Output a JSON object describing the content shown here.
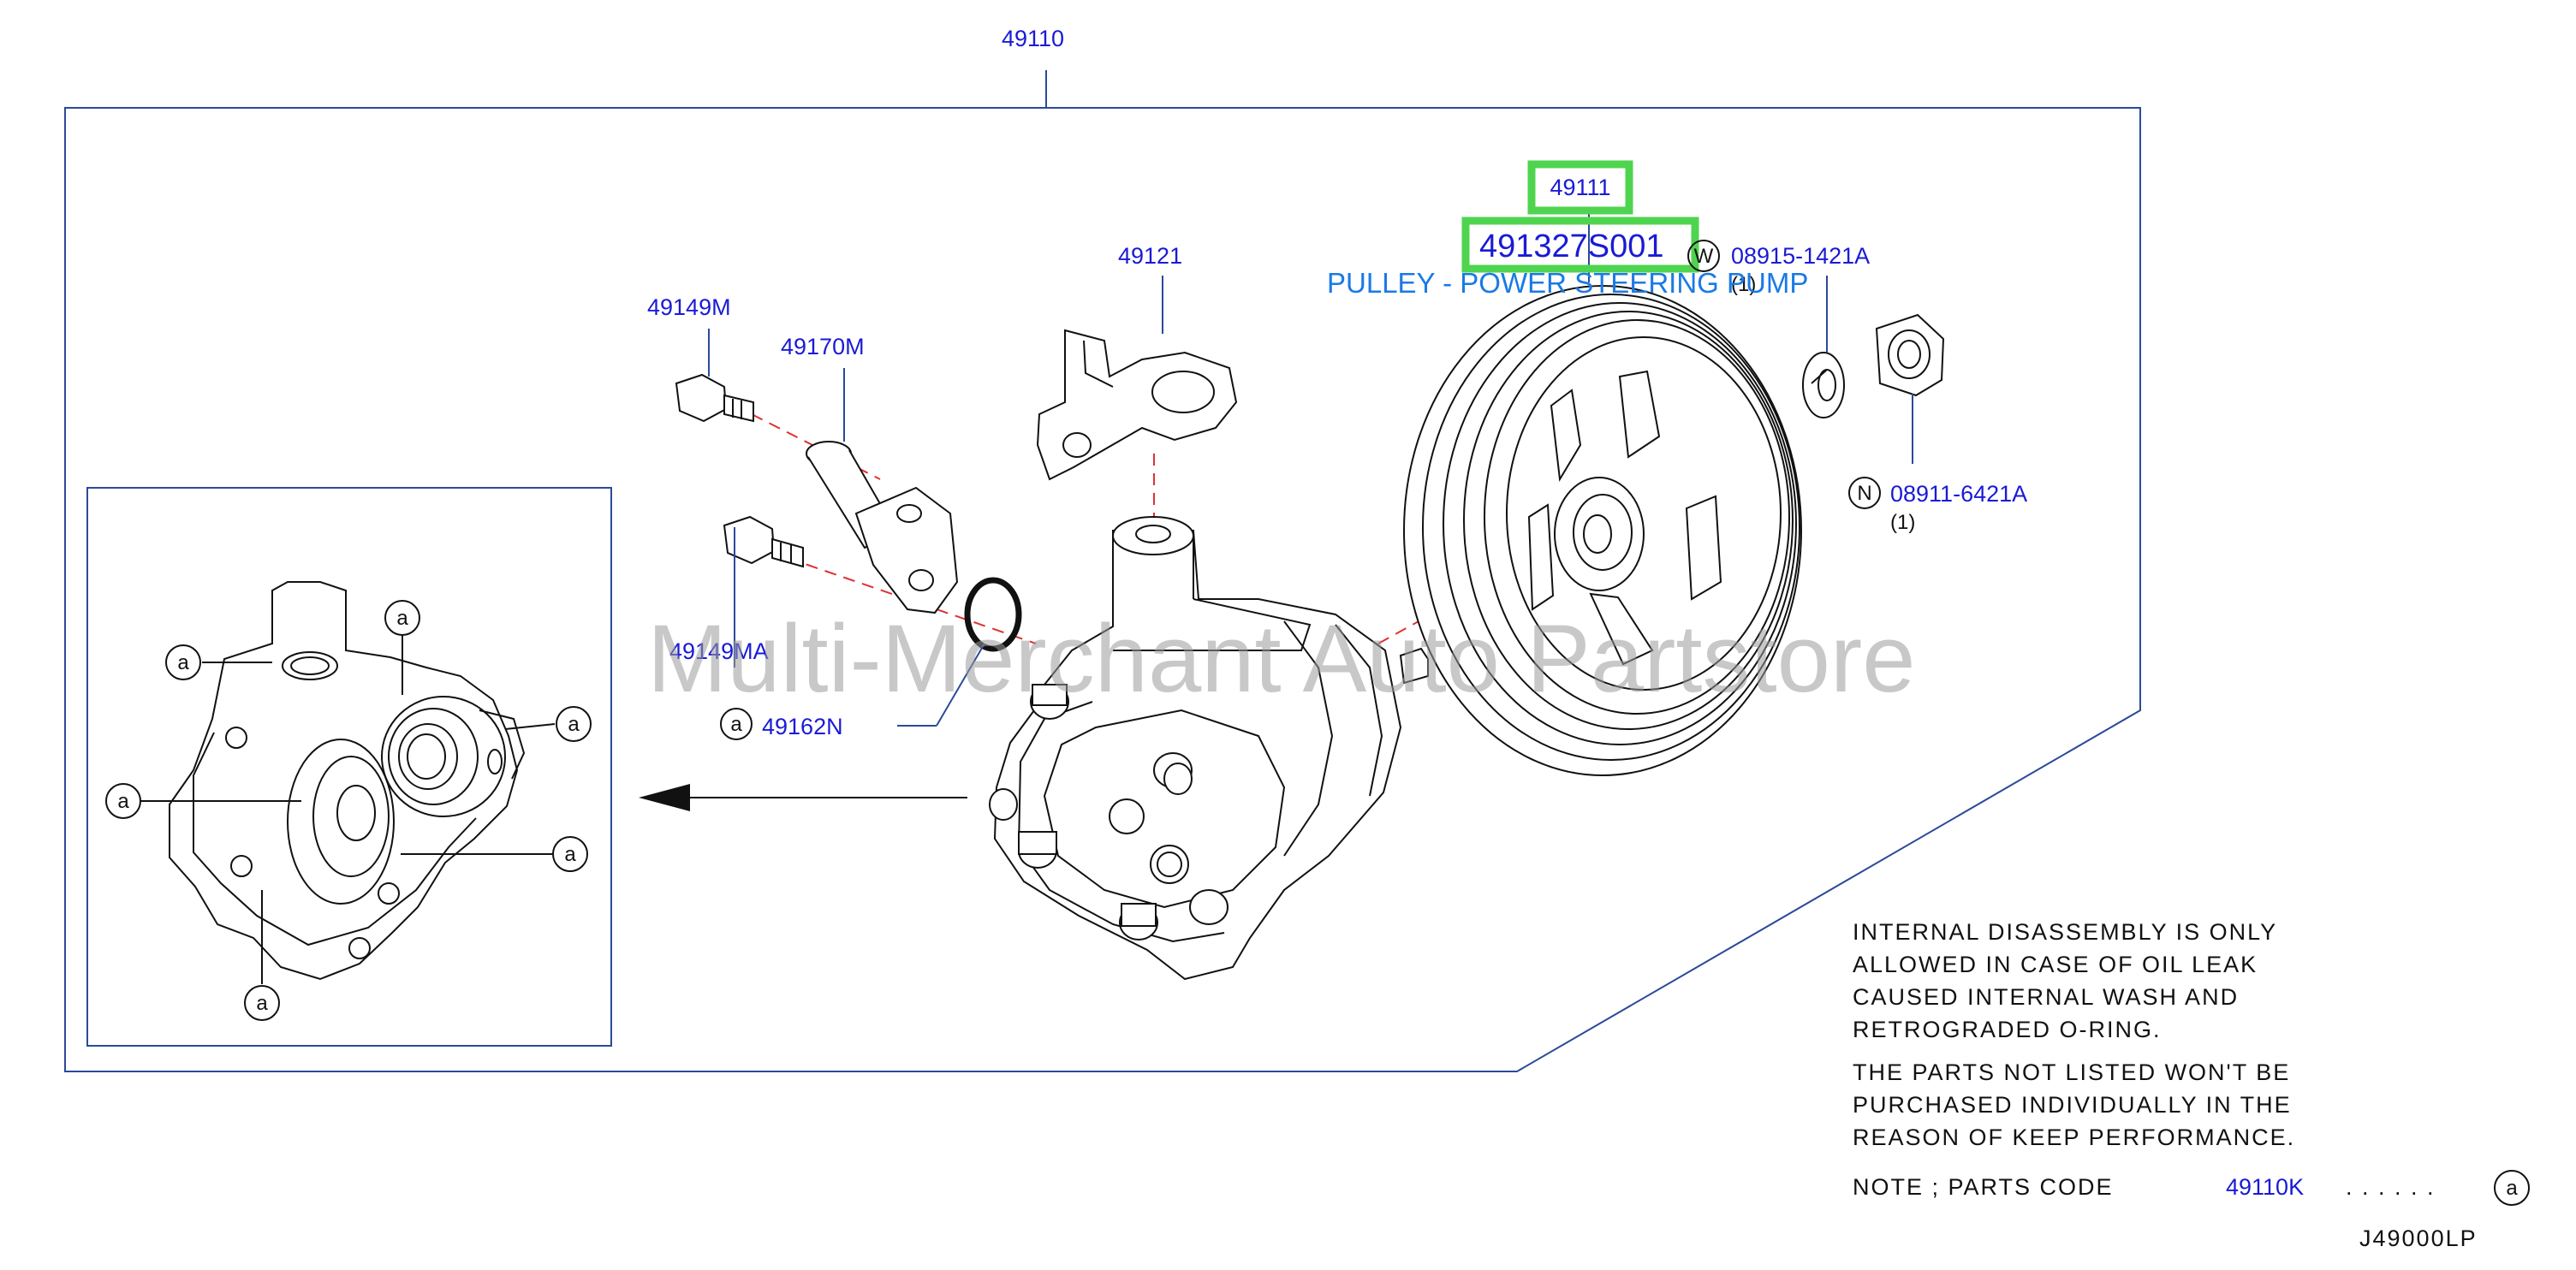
{
  "assembly": {
    "number": "49110"
  },
  "parts": {
    "pulley_assy": "49111",
    "pulley_highlight": "491327S001",
    "pulley_name": "PULLEY - POWER STEERING PUMP",
    "washer": {
      "code": "W",
      "number": "08915-1421A",
      "qty": "(1)"
    },
    "nut": {
      "code": "N",
      "number": "08911-6421A",
      "qty": "(1)"
    },
    "bracket": "49121",
    "bolt_upper": "49149M",
    "connector": "49170M",
    "bolt_lower": "49149MA",
    "oring": {
      "code": "a",
      "number": "49162N"
    }
  },
  "watermark": "Multi-Merchant Auto Partstore",
  "inset": {
    "marker": "a"
  },
  "notes": {
    "line1": "INTERNAL DISASSEMBLY IS ONLY",
    "line2": "ALLOWED IN CASE OF OIL LEAK",
    "line3": "CAUSED INTERNAL WASH AND",
    "line4": "RETROGRADED O-RING.",
    "line5": "THE PARTS NOT LISTED WON'T BE",
    "line6": "PURCHASED INDIVIDUALLY IN THE",
    "line7": "REASON OF KEEP PERFORMANCE.",
    "note_label": "NOTE ; PARTS CODE",
    "note_code": "49110K",
    "note_dots": ". . . . . .",
    "note_marker": "a"
  },
  "figure_id": "J49000LP",
  "colors": {
    "highlight": "#4fd44f",
    "part_number": "#1a1ad6",
    "pulley_label": "#1a7ae6",
    "frame": "#2a4a9a",
    "center_line": "#e03030"
  }
}
